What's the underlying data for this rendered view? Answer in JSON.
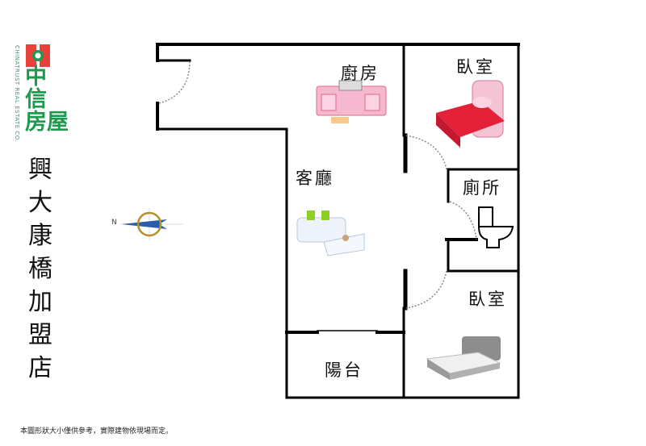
{
  "logo": {
    "brand_cn_line1": "中",
    "brand_cn_line2": "信",
    "brand_cn_line3": "房屋",
    "brand_en": "CHINATRUST REAL ESTATE CO."
  },
  "store_name_chars": [
    "興",
    "大",
    "康",
    "橋",
    "加",
    "盟",
    "店"
  ],
  "compass": {
    "north_label": "N"
  },
  "rooms": {
    "kitchen": "廚房",
    "bedroom_1": "臥室",
    "living_room": "客廳",
    "bathroom": "廁所",
    "bedroom_2": "臥室",
    "balcony": "陽台"
  },
  "footnote": "本圖形狀大小僅供參考，實際建物依現場而定。",
  "colors": {
    "brand_green": "#1c9a4e",
    "brand_red": "#e8403a",
    "wall": "#000000"
  }
}
